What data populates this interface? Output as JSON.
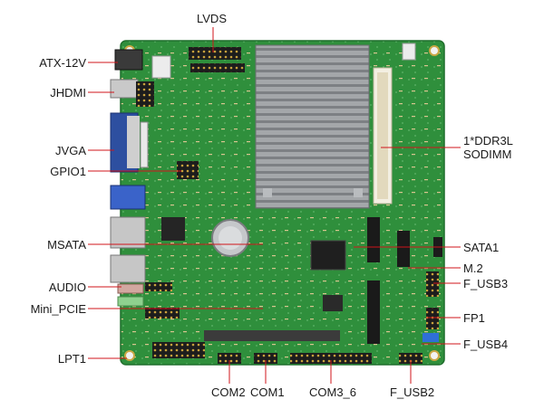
{
  "labels": {
    "lvds": "LVDS",
    "atx12v": "ATX-12V",
    "jhdmi": "JHDMI",
    "jvga": "JVGA",
    "gpio1": "GPIO1",
    "msata": "MSATA",
    "audio": "AUDIO",
    "mini_pcie": "Mini_PCIE",
    "lpt1": "LPT1",
    "ddr3l_line1": "1*DDR3L",
    "ddr3l_line2": "SODIMM",
    "sata1": "SATA1",
    "m2": "M.2",
    "f_usb3": "F_USB3",
    "fp1": "FP1",
    "f_usb4": "F_USB4",
    "com2": "COM2",
    "com1": "COM1",
    "com3_6": "COM3_6",
    "f_usb2": "F_USB2"
  },
  "colors": {
    "pcb": "#2f8f3c",
    "pcb_dark": "#1f6e2c",
    "heatsink": "#9a9da0",
    "leader": "#d0141b",
    "text": "#1a1a1a"
  }
}
